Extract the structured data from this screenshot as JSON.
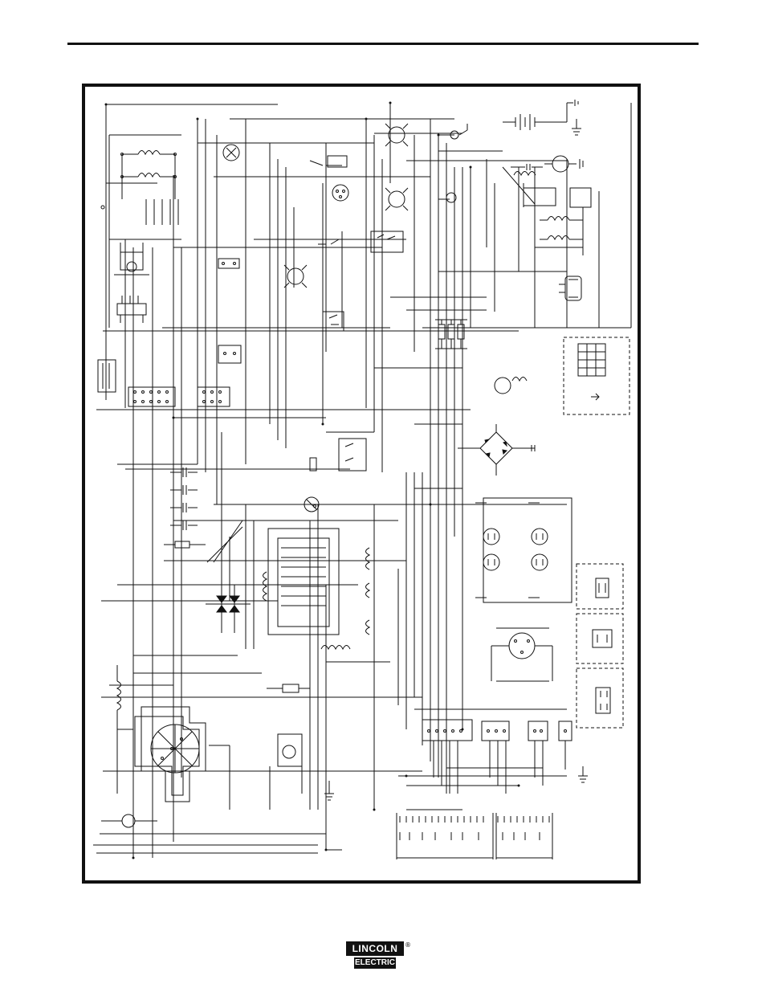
{
  "page": {
    "brand": {
      "top_text": "LINCOLN",
      "bottom_text": "ELECTRIC",
      "registered_mark": "®"
    },
    "diagram": {
      "kind": "wiring-diagram",
      "icons": [
        "battery-icon",
        "engine-motor-icon",
        "lamp-icon",
        "meter-icon",
        "rectifier-bridge-icon",
        "receptacle-icon",
        "connector-plug-icon",
        "ground-symbol-icon",
        "relay-coil-icon",
        "terminal-strip-icon"
      ]
    }
  }
}
